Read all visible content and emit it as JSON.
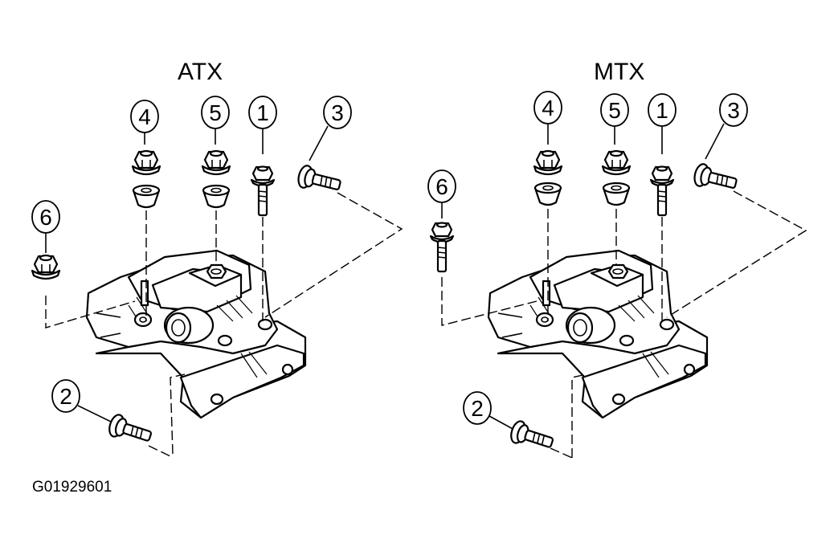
{
  "figure": {
    "code": "G01929601",
    "background": "#ffffff",
    "ink": "#000000"
  },
  "assemblies": [
    {
      "id": "atx",
      "title": "ATX",
      "callouts": [
        {
          "number": "1",
          "part": "bolt"
        },
        {
          "number": "2",
          "part": "bolt"
        },
        {
          "number": "3",
          "part": "bolt"
        },
        {
          "number": "4",
          "part": "nut"
        },
        {
          "number": "5",
          "part": "nut"
        },
        {
          "number": "6",
          "part": "nut"
        }
      ]
    },
    {
      "id": "mtx",
      "title": "MTX",
      "callouts": [
        {
          "number": "1",
          "part": "bolt"
        },
        {
          "number": "2",
          "part": "bolt"
        },
        {
          "number": "3",
          "part": "bolt"
        },
        {
          "number": "4",
          "part": "nut"
        },
        {
          "number": "5",
          "part": "nut"
        },
        {
          "number": "6",
          "part": "bolt"
        }
      ]
    }
  ]
}
